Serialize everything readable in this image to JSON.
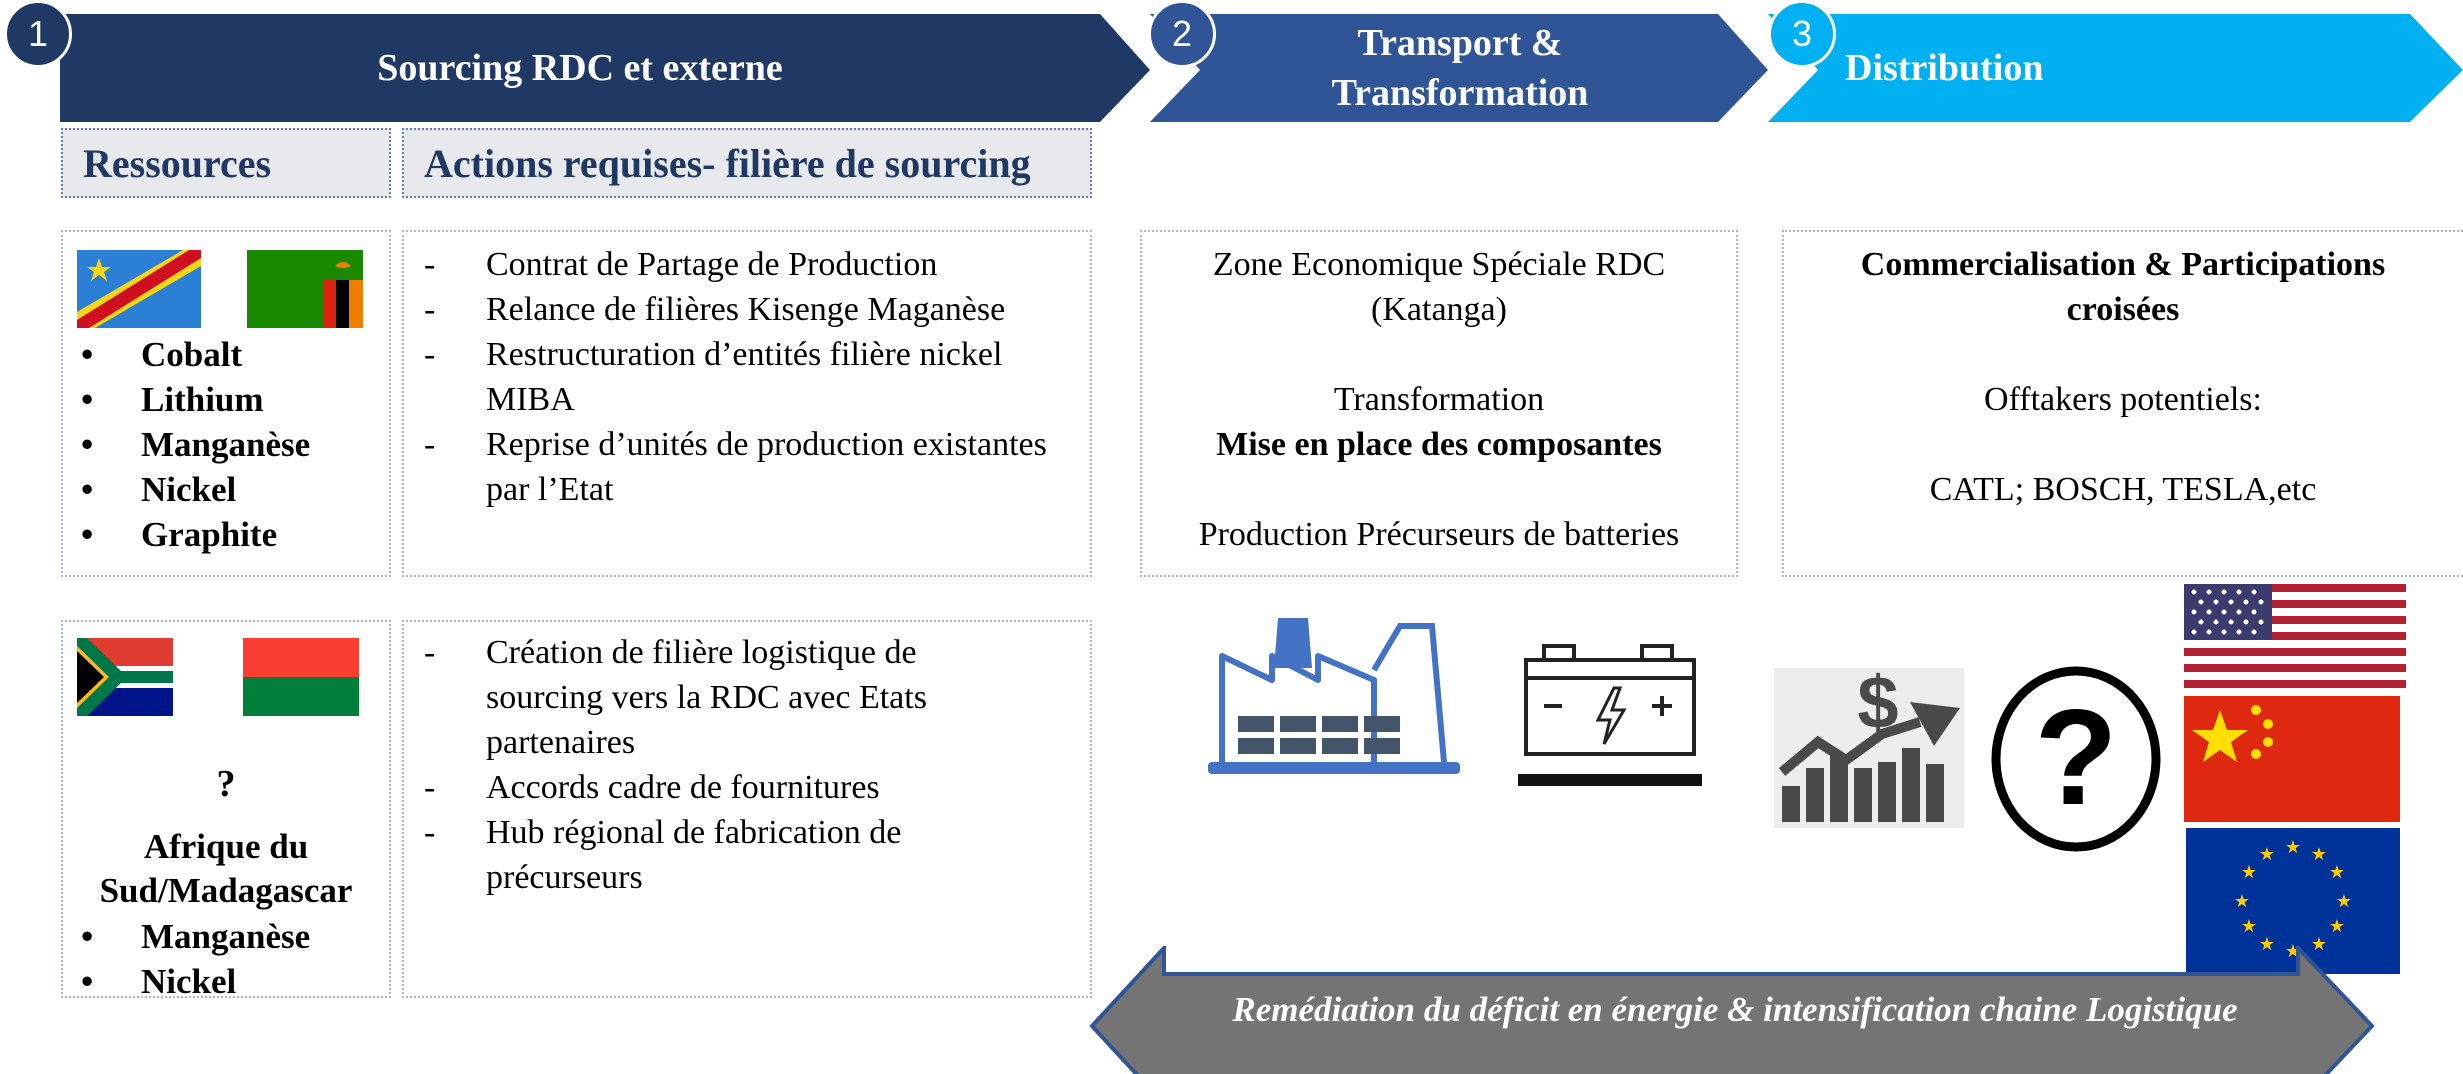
{
  "steps": [
    {
      "num": "1",
      "title": "Sourcing  RDC et externe"
    },
    {
      "num": "2",
      "title_line1": "Transport &",
      "title_line2": "Transformation"
    },
    {
      "num": "3",
      "title": "Distribution"
    }
  ],
  "headers": {
    "resources": "Ressources",
    "actions": "Actions requises- filière de sourcing"
  },
  "row1": {
    "flags": [
      "flag-drc",
      "flag-zambia"
    ],
    "resources": [
      "Cobalt",
      "Lithium",
      "Manganèse",
      "Nickel",
      "Graphite"
    ],
    "actions": [
      "Contrat de Partage de Production",
      "Relance de filières Kisenge Maganèse",
      "Restructuration d’entités filière nickel MIBA",
      "Reprise d’unités de production existantes par l’Etat"
    ]
  },
  "row2": {
    "flags": [
      "flag-south-africa",
      "flag-madagascar"
    ],
    "question": "?",
    "region": "Afrique du Sud/Madagascar",
    "resources": [
      "Manganèse",
      "Nickel"
    ],
    "actions": [
      "Création de filière logistique de sourcing vers la RDC avec Etats partenaires",
      "Accords cadre de fournitures",
      "Hub régional de fabrication de précurseurs"
    ]
  },
  "transport": {
    "line1": "Zone  Economique Spéciale RDC",
    "line2": "(Katanga)",
    "line3": "Transformation",
    "line4": "Mise en place des composantes",
    "line5": "Production Précurseurs de batteries",
    "icons": [
      "factory-icon",
      "battery-icon"
    ]
  },
  "distribution": {
    "title": "Commercialisation  & Participations croisées",
    "offtakers_label": "Offtakers potentiels:",
    "offtakers": "CATL; BOSCH, TESLA,etc",
    "icons": [
      "growth-chart-icon",
      "question-icon",
      "flag-usa",
      "flag-china",
      "flag-eu"
    ]
  },
  "arrow_text": "Remédiation du déficit en énergie  & intensification chaine  Logistique",
  "colors": {
    "step1": "#203864",
    "step2": "#2f5597",
    "step3": "#00b0f0",
    "header_text": "#203864",
    "arrow_fill": "#747474",
    "arrow_stroke": "#2f5597"
  }
}
